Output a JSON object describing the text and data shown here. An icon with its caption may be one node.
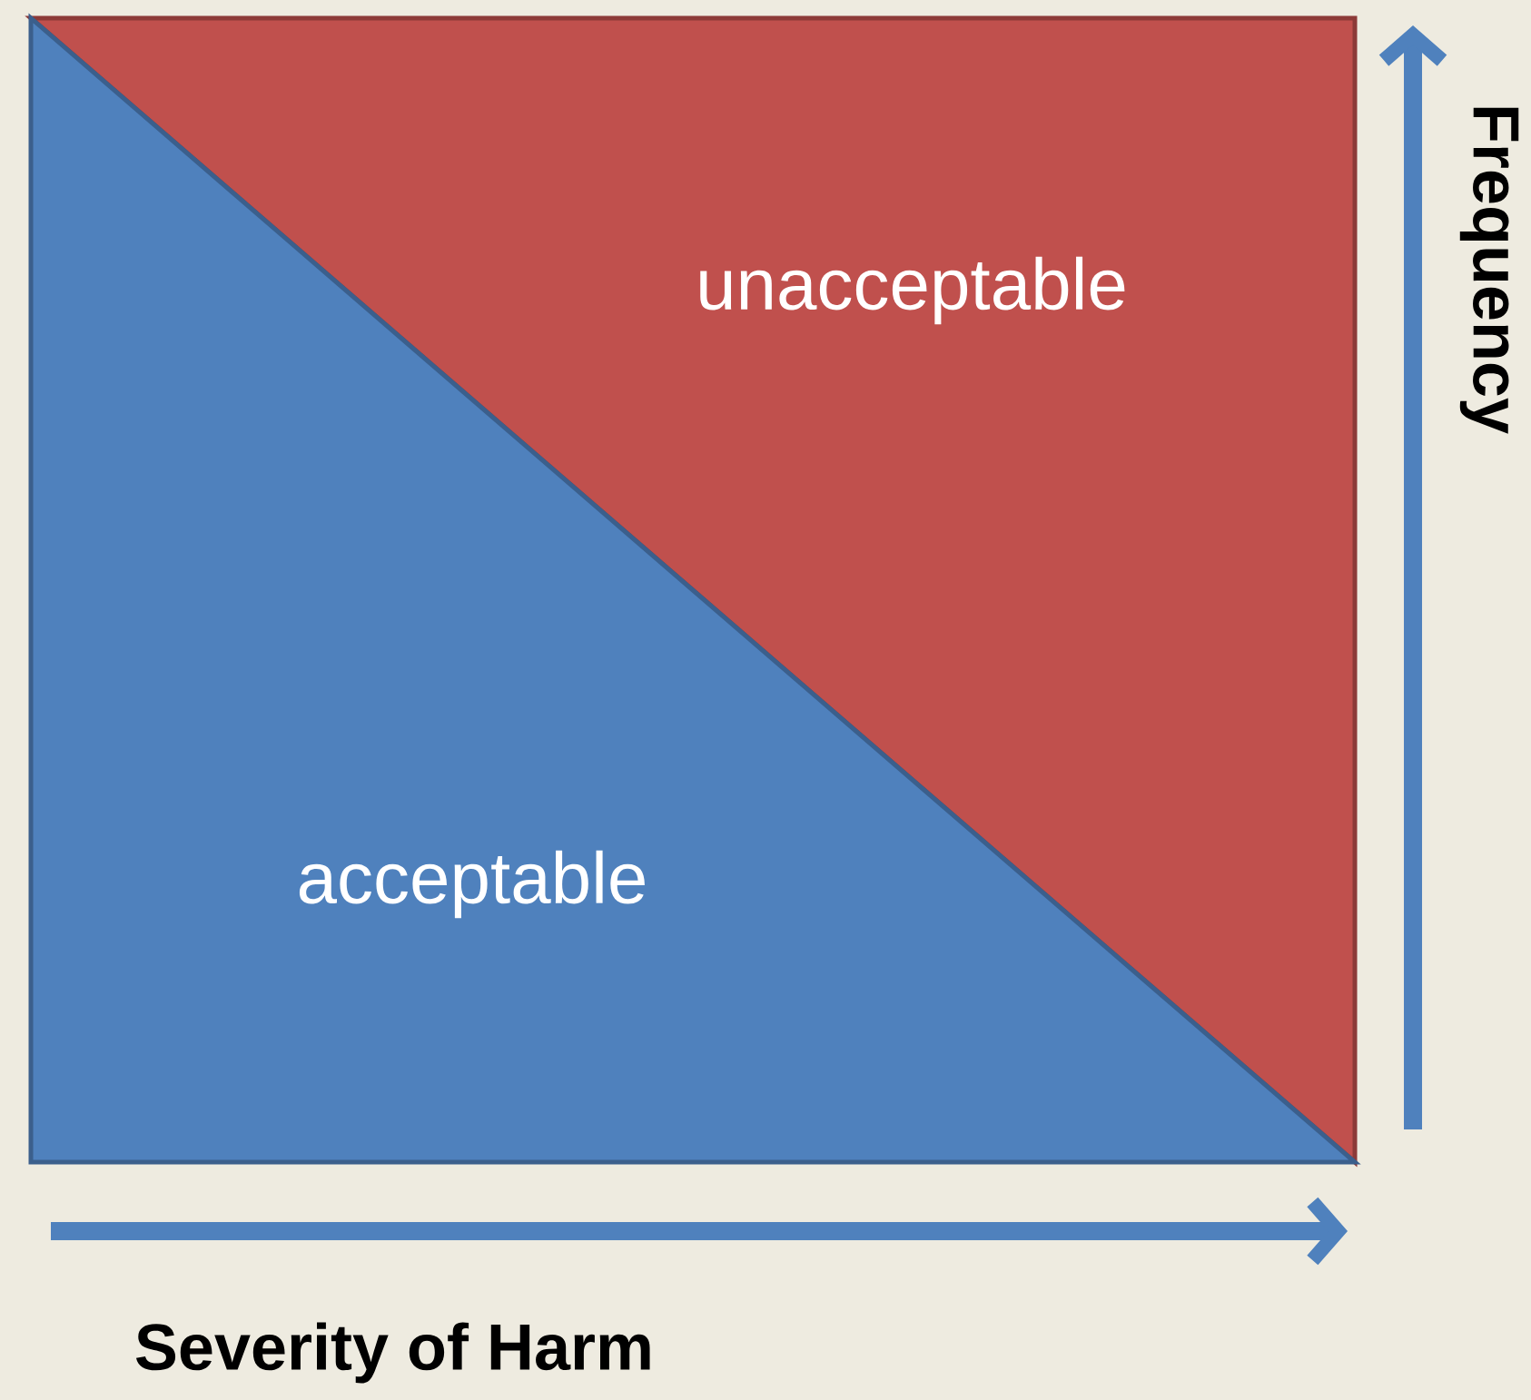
{
  "diagram": {
    "nodes": [
      {
        "text": [
          "unacceptable"
        ]
      },
      {
        "text": [
          "acceptable"
        ]
      }
    ],
    "labels": [
      "Frequency",
      "Severity of Harm"
    ]
  }
}
